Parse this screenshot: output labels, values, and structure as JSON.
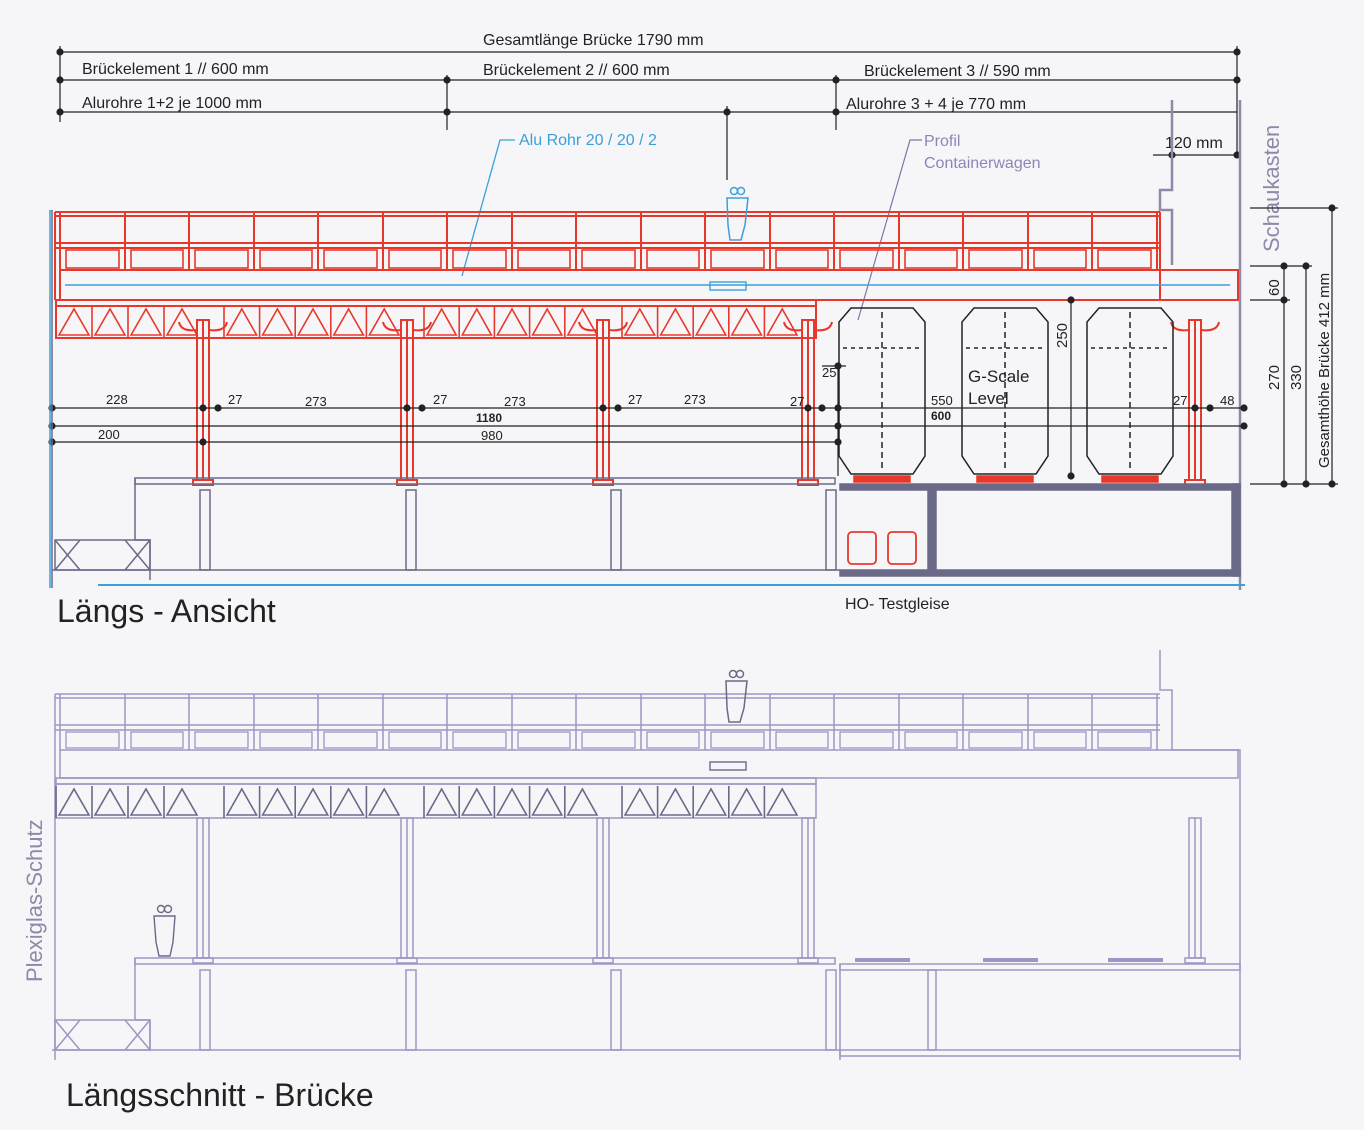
{
  "dimensions": {
    "total_length": "Gesamtlänge Brücke 1790 mm",
    "element_1": "Brückelement 1 // 600 mm",
    "element_2": "Brückelement 2 // 600 mm",
    "element_3": "Brückelement 3 // 590 mm",
    "alu_1_2": "Alurohre 1+2 je 1000 mm",
    "alu_3_4": "Alurohre 3 + 4 je 770 mm",
    "alu_rohr": "Alu Rohr 20 / 20 / 2",
    "profil_line1": "Profil",
    "profil_line2": "Containerwagen",
    "width_120": "120 mm",
    "schaukasten": "Schaukasten",
    "height_total": "Gesamthöhe Brücke 412 mm",
    "v60": "60",
    "v270": "270",
    "v330": "330",
    "v250": "250",
    "v25": "25",
    "gscale_line1": "G-Scale",
    "gscale_line2": "Level",
    "n228": "228",
    "n27a": "27",
    "n273a": "273",
    "n27b": "27",
    "n273b": "273",
    "n27c": "27",
    "n273c": "273",
    "n27d": "27",
    "n550": "550",
    "n600": "600",
    "n27e": "27",
    "n48": "48",
    "n1180": "1180",
    "n200": "200",
    "n980": "980",
    "ho_testgleise": "HO- Testgleise"
  },
  "titles": {
    "view_1": "Längs - Ansicht",
    "view_2": "Längsschnitt - Brücke",
    "plexiglas": "Plexiglas-Schutz"
  },
  "colors": {
    "red": "#e8382c",
    "blue": "#3aa0d8",
    "gray": "#6a6a88",
    "lavender": "#9b97c2"
  }
}
